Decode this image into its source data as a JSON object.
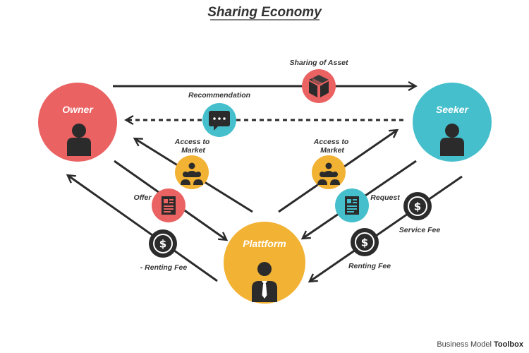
{
  "title": "Sharing Economy",
  "nodes": {
    "owner": "Owner",
    "seeker": "Seeker",
    "platform": "Plattform"
  },
  "labels": {
    "sharing_of_asset": "Sharing of Asset",
    "recommendation": "Recommendation",
    "access_left": [
      "Access to",
      "Market"
    ],
    "access_right": [
      "Access to",
      "Market"
    ],
    "offer": "Offer",
    "request": "Request",
    "service_fee": "Service Fee",
    "renting_fee_left": "- Renting Fee",
    "renting_fee_right": "Renting Fee"
  },
  "brand": {
    "part1": "Business Model ",
    "part2": "Toolbox"
  },
  "colors": {
    "red": "#EA6262",
    "teal": "#45BFCC",
    "yellow": "#F2B234",
    "dark": "#2B2B2B"
  }
}
